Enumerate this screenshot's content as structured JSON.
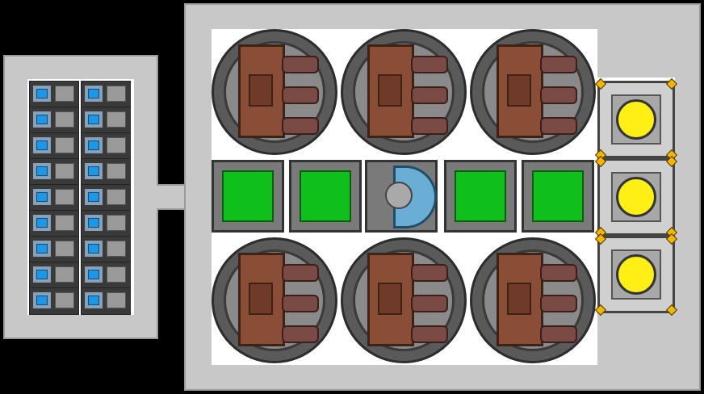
{
  "scene": {
    "background": "#000000",
    "hull_color": "#c8c8c8",
    "floor_color": "#ffffff"
  },
  "left_module": {
    "cells": 18,
    "cell_colors": {
      "accent": "#1e98e6",
      "dark": "#3a3a3a"
    }
  },
  "main_module": {
    "turrets": 6,
    "green_blocks": 4,
    "yellow_lights": 3,
    "colors": {
      "green": "#0fbf1c",
      "yellow": "#ffef14",
      "brown": "#8a4d35",
      "blue_core": "#6aaed6"
    }
  }
}
